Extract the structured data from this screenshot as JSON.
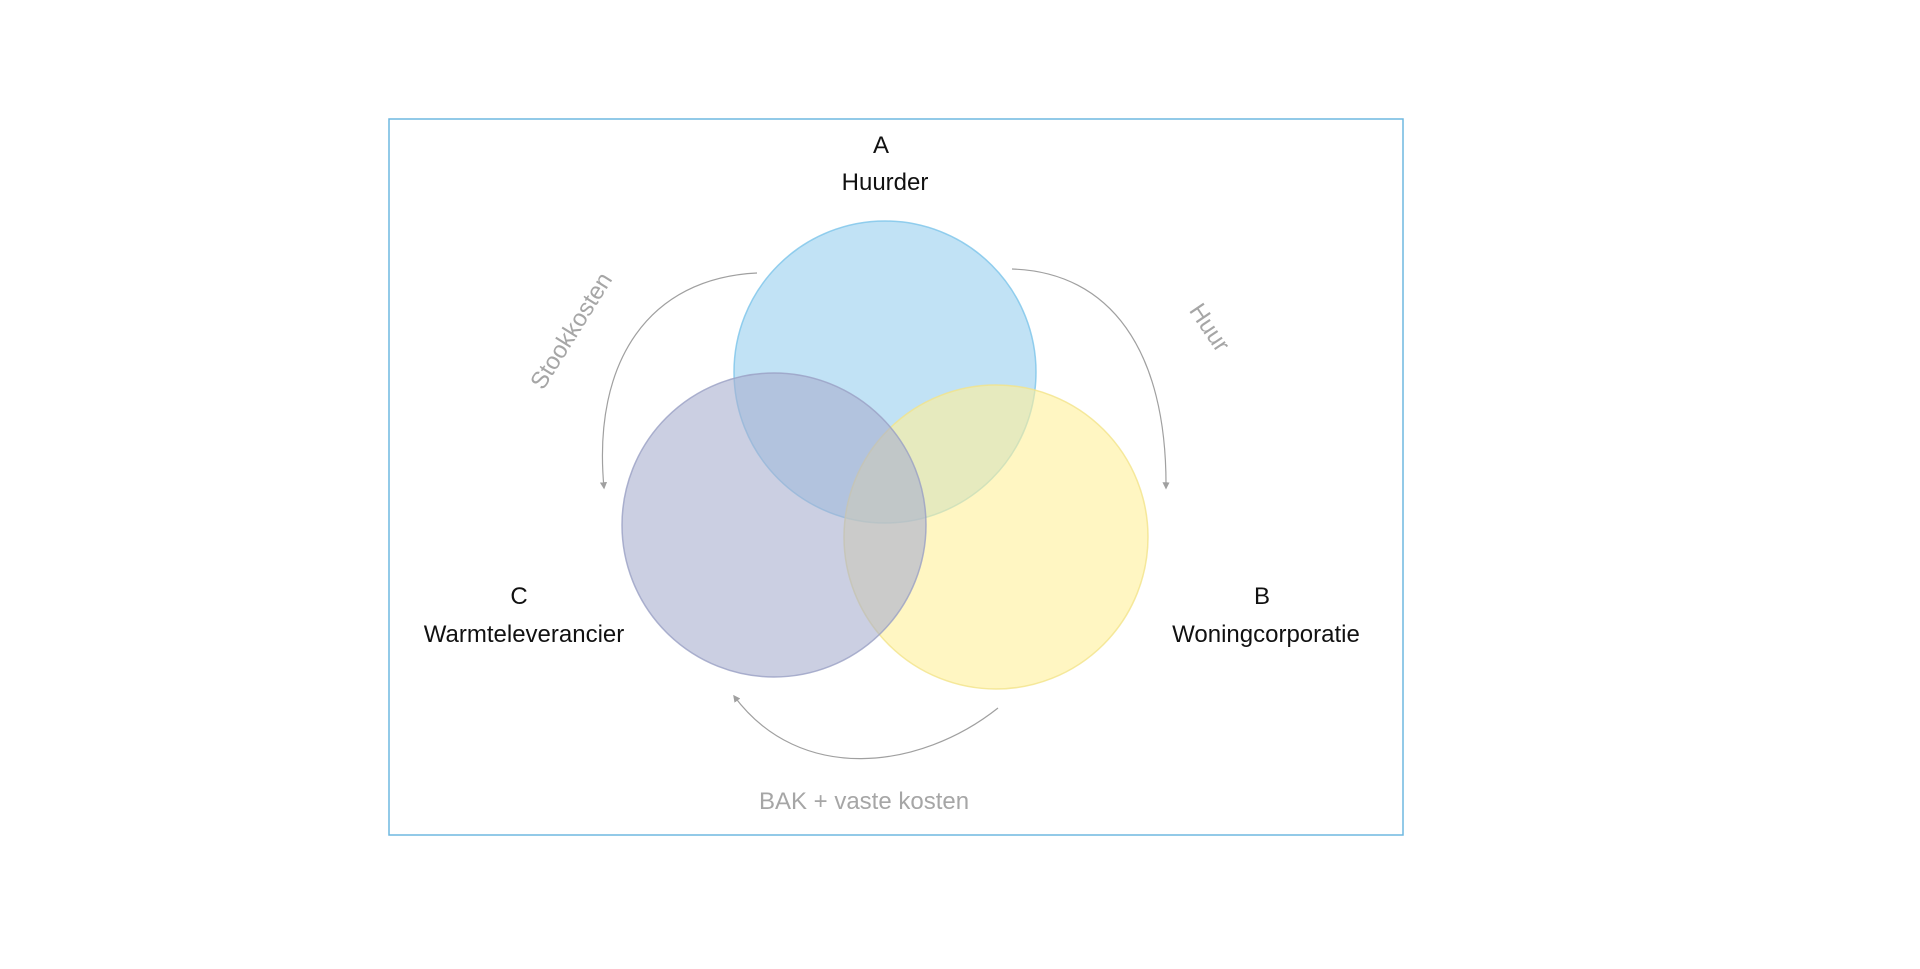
{
  "diagram": {
    "parties": [
      {
        "letter": "A",
        "name": "Huurder",
        "color": "#9fd3f0"
      },
      {
        "letter": "B",
        "name": "Woningcorporatie",
        "color": "#fff09a"
      },
      {
        "letter": "C",
        "name": "Warmteleverancier",
        "color": "#a9afcf"
      }
    ],
    "flows": [
      {
        "label": "Huur",
        "from": "Huurder",
        "to": "Woningcorporatie"
      },
      {
        "label": "BAK + vaste kosten",
        "from": "Woningcorporatie",
        "to": "Warmteleverancier"
      },
      {
        "label": "Stookkosten",
        "from": "Huurder",
        "to": "Warmteleverancier"
      }
    ],
    "colors": {
      "frame": "#6fb8e0",
      "arrow": "#a0a0a0",
      "flow_text": "#a6a6a6"
    }
  }
}
